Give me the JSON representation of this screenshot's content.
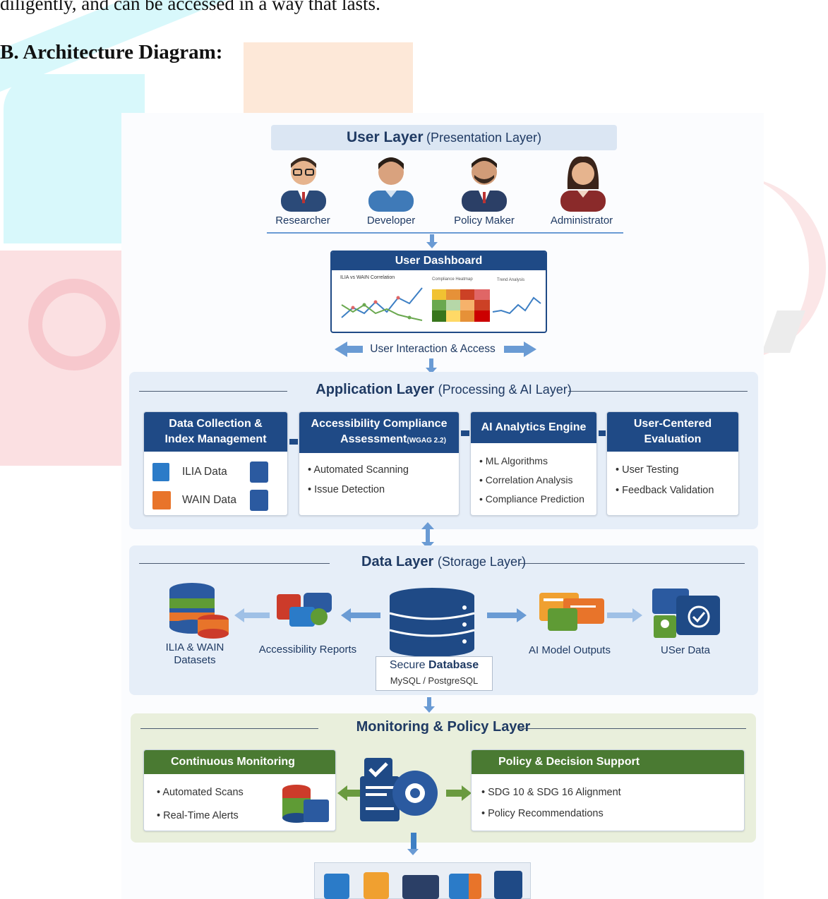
{
  "page": {
    "top_text": "diligently, and can be accessed in a way that lasts.",
    "heading": "B. Architecture Diagram:"
  },
  "user_layer": {
    "title": "User Layer",
    "subtitle": "(Presentation Layer)",
    "people": [
      "Researcher",
      "Developer",
      "Policy Maker",
      "Administrator"
    ]
  },
  "dashboard": {
    "title": "User Dashboard",
    "chart1_label": "ILIA vs WAIN Correlation",
    "chart2_label": "Compliance Heatmap",
    "chart3_label": "Trend Analysis",
    "interaction": "User Interaction & Access"
  },
  "application_layer": {
    "title": "Application Layer",
    "subtitle": "(Processing & AI Layer)",
    "cards": [
      {
        "title_line1": "Data Collection &",
        "title_line2": "Index Management",
        "items": [
          "ILIA Data",
          "WAIN Data"
        ]
      },
      {
        "title_line1": "Accessibility Compliance",
        "title_line2": "Assessment",
        "title_suffix": "(WGAG 2.2)",
        "items": [
          "Automated Scanning",
          "Issue Detection"
        ]
      },
      {
        "title_line1": "AI Analytics Engine",
        "items": [
          "ML Algorithms",
          "Correlation Analysis",
          "Compliance Prediction"
        ]
      },
      {
        "title_line1": "User-Centered",
        "title_line2": "Evaluation",
        "items": [
          "User Testing",
          "Feedback Validation"
        ]
      }
    ]
  },
  "data_layer": {
    "title": "Data Layer",
    "subtitle": "(Storage Layer)",
    "nodes": {
      "datasets_line1": "ILIA & WAIN",
      "datasets_line2": "Datasets",
      "reports": "Accessibility Reports",
      "db_prefix": "Secure ",
      "db_bold": "Database",
      "db_sub": "MySQL / PostgreSQL",
      "outputs": "AI Model Outputs",
      "user_data": "USer Data"
    }
  },
  "monitoring_layer": {
    "title": "Monitoring & Policy Layer",
    "left_card": {
      "title": "Continuous Monitoring",
      "items": [
        "Automated Scans",
        "Real-Time Alerts"
      ]
    },
    "right_card": {
      "title": "Policy & Decision Support",
      "items": [
        "SDG 10 & SDG 16 Alignment",
        "Policy Recommendations"
      ]
    }
  },
  "colors": {
    "primary_blue": "#1f4a86",
    "layer_blue": "#e6eef8",
    "layer_green": "#e9efdc",
    "accent_green": "#4a7a32",
    "arrow_blue": "#6a9bd4"
  }
}
